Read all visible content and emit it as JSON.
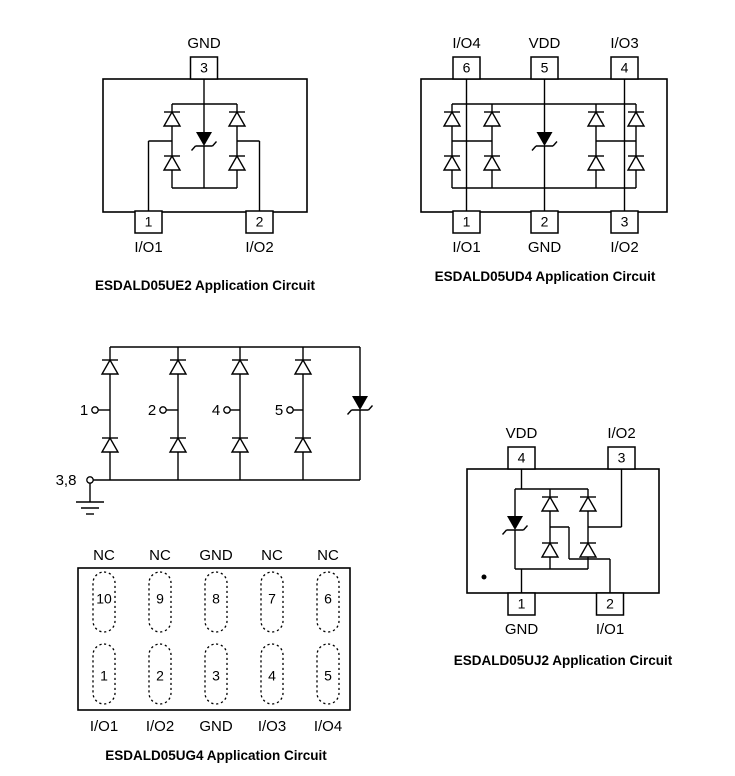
{
  "colors": {
    "line": "#000000",
    "text": "#000000",
    "background": "#ffffff"
  },
  "circuits": {
    "ue2": {
      "title": "ESDALD05UE2 Application Circuit",
      "pins": {
        "top": [
          {
            "num": "3",
            "label": "GND"
          }
        ],
        "bottom": [
          {
            "num": "1",
            "label": "I/O1"
          },
          {
            "num": "2",
            "label": "I/O2"
          }
        ]
      }
    },
    "ud4": {
      "title": "ESDALD05UD4 Application Circuit",
      "pins": {
        "top": [
          {
            "num": "6",
            "label": "I/O4"
          },
          {
            "num": "5",
            "label": "VDD"
          },
          {
            "num": "4",
            "label": "I/O3"
          }
        ],
        "bottom": [
          {
            "num": "1",
            "label": "I/O1"
          },
          {
            "num": "2",
            "label": "GND"
          },
          {
            "num": "3",
            "label": "I/O2"
          }
        ]
      }
    },
    "ug4_schematic": {
      "node_labels": [
        "1",
        "2",
        "4",
        "5"
      ],
      "ground_node_label": "3,8"
    },
    "ug4": {
      "title": "ESDALD05UG4 Application Circuit",
      "top_labels": [
        "NC",
        "NC",
        "GND",
        "NC",
        "NC"
      ],
      "top_pin_numbers": [
        "10",
        "9",
        "8",
        "7",
        "6"
      ],
      "bottom_pin_numbers": [
        "1",
        "2",
        "3",
        "4",
        "5"
      ],
      "bottom_labels": [
        "I/O1",
        "I/O2",
        "GND",
        "I/O3",
        "I/O4"
      ]
    },
    "uj2": {
      "title": "ESDALD05UJ2 Application Circuit",
      "pins": {
        "top": [
          {
            "num": "4",
            "label": "VDD"
          },
          {
            "num": "3",
            "label": "I/O2"
          }
        ],
        "bottom": [
          {
            "num": "1",
            "label": "GND"
          },
          {
            "num": "2",
            "label": "I/O1"
          }
        ]
      }
    }
  }
}
